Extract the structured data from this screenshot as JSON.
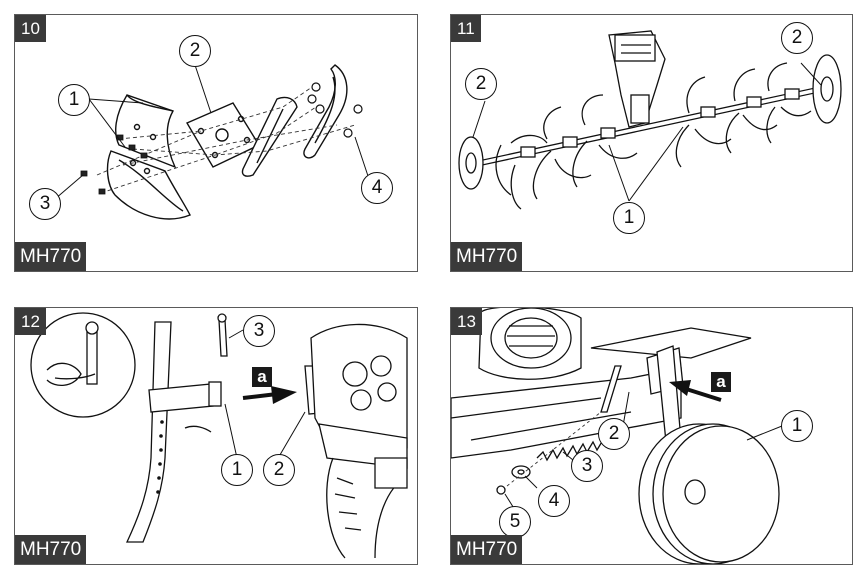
{
  "figures": [
    {
      "number": "10",
      "model": "MH770",
      "callouts": [
        "1",
        "2",
        "3",
        "4"
      ]
    },
    {
      "number": "11",
      "model": "MH770",
      "callouts": [
        "2",
        "2",
        "1"
      ]
    },
    {
      "number": "12",
      "model": "MH770",
      "callouts": [
        "3",
        "1",
        "2"
      ],
      "arrow_label": "a"
    },
    {
      "number": "13",
      "model": "MH770",
      "callouts": [
        "1",
        "2",
        "3",
        "4",
        "5"
      ],
      "arrow_label": "a"
    }
  ]
}
